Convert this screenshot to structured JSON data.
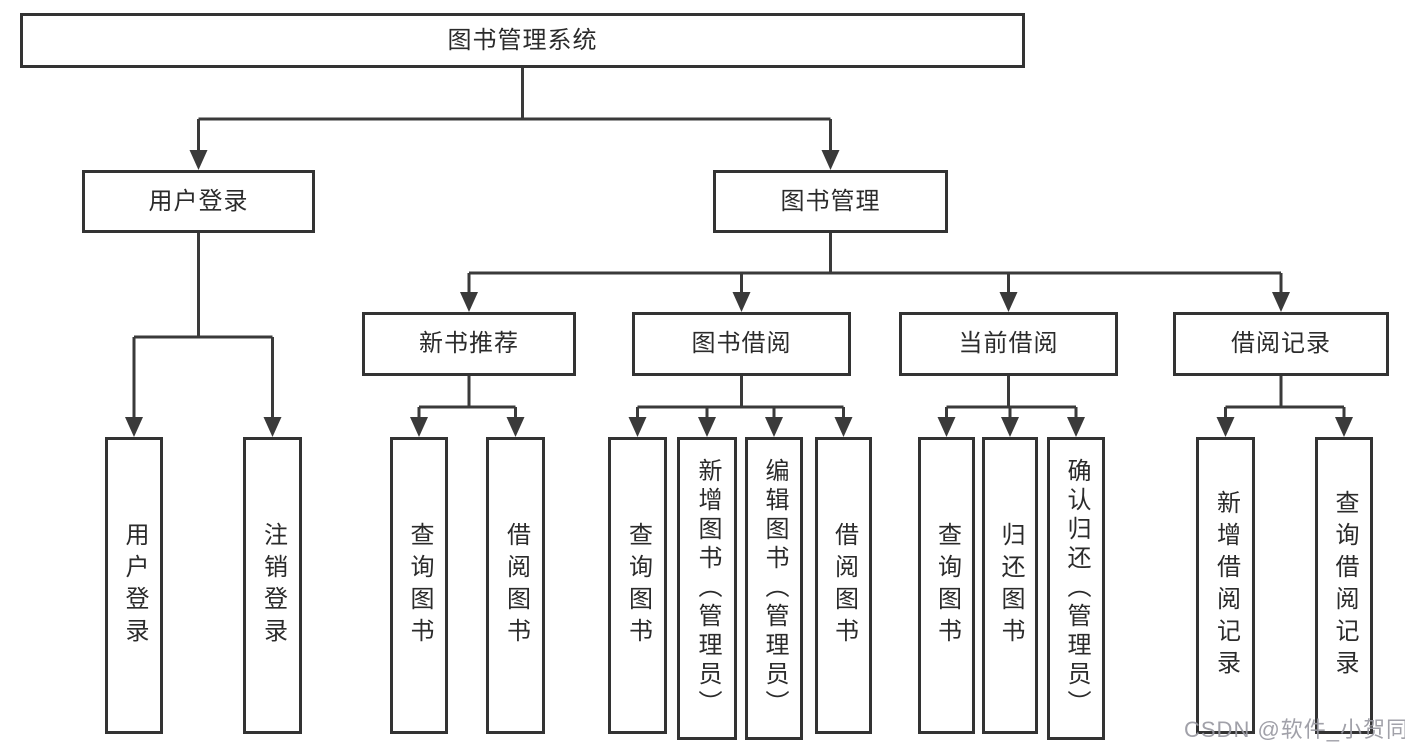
{
  "tree": {
    "label": "图书管理系统",
    "children": [
      {
        "label": "用户登录",
        "children": [
          {
            "label": "用户登录"
          },
          {
            "label": "注销登录"
          }
        ]
      },
      {
        "label": "图书管理",
        "children": [
          {
            "label": "新书推荐",
            "children": [
              {
                "label": "查询图书"
              },
              {
                "label": "借阅图书"
              }
            ]
          },
          {
            "label": "图书借阅",
            "children": [
              {
                "label": "查询图书"
              },
              {
                "label": "新增图书（管理员）"
              },
              {
                "label": "编辑图书（管理员）"
              },
              {
                "label": "借阅图书"
              }
            ]
          },
          {
            "label": "当前借阅",
            "children": [
              {
                "label": "查询图书"
              },
              {
                "label": "归还图书"
              },
              {
                "label": "确认归还（管理员）"
              }
            ]
          },
          {
            "label": "借阅记录",
            "children": [
              {
                "label": "新增借阅记录"
              },
              {
                "label": "查询借阅记录"
              }
            ]
          }
        ]
      }
    ]
  },
  "watermark": {
    "text": "CSDN @软件_小贺同学"
  },
  "colors": {
    "line": "#3a3a3a",
    "border": "#333333",
    "text": "#2b2b2b",
    "watermark": "#9a9aa2",
    "background": "#ffffff"
  }
}
